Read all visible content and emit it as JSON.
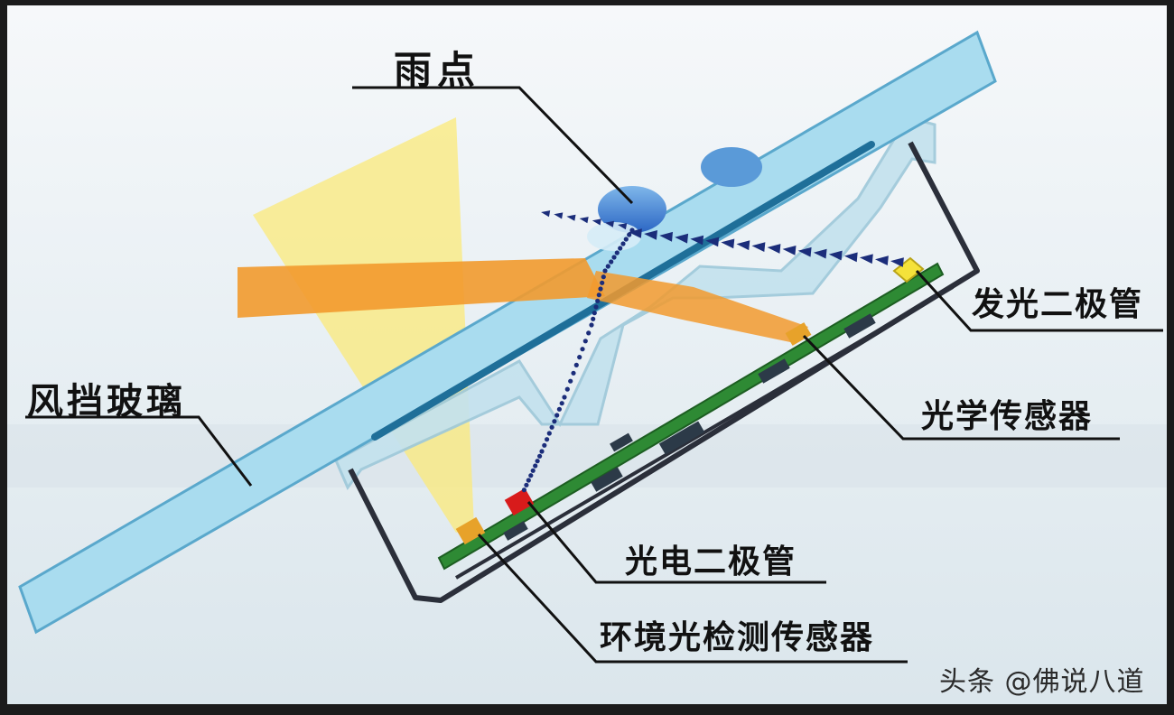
{
  "labels": {
    "raindrop": "雨点",
    "windshield": "风挡玻璃",
    "led": "发光二极管",
    "optical_sensor": "光学传感器",
    "photodiode": "光电二极管",
    "ambient_sensor": "环境光检测传感器"
  },
  "watermark": "头条 @佛说八道",
  "colors": {
    "glass": "#a9dcef",
    "glass_edge": "#5aa8cc",
    "glass_stripe": "#1f6f99",
    "housing": "#c4e2ee",
    "bracket": "#2b2f3a",
    "pcb": "#2e8a34",
    "ambient_light": "#fbe979",
    "orange_beam": "#f29a2e",
    "led": "#f5e23a",
    "photodiode": "#d81b1b",
    "ambient_chip": "#e7a22a",
    "ir_beam": "#1b2d7a",
    "background": "#f1f4f6"
  }
}
